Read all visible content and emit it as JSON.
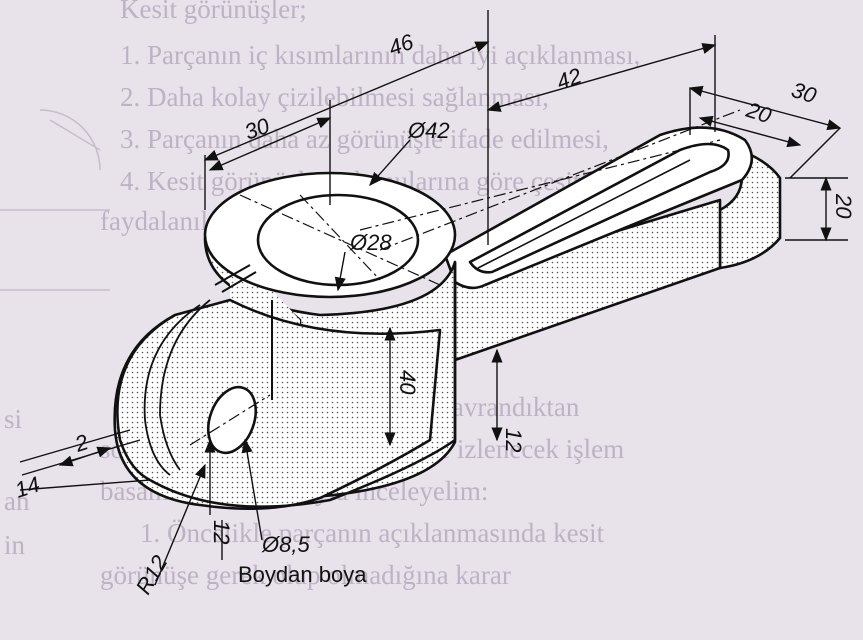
{
  "background_text": {
    "heading": "Kesit görünüşler;",
    "lines": [
      "1. Parçanın iç kısımlarının daha iyi açıklanması,",
      "2. Daha kolay çizilebilmesi sağlanması,",
      "3. Parçanın daha az görünüşle ifade edilmesi,",
      "4. Kesit görünüşlerin konularına göre çeşitlerinden",
      "faydalanılır.",
      "Kesit görünüş çizim gereği kavrandıktan",
      "sonra kesit görünüşün çiziminde izlenecek işlem",
      "basamaklarını sırasıyla inceleyelim:",
      "1. Öncelikle parçanın açıklanmasında kesit",
      "görünüşe gerek olup olmadığına karar"
    ],
    "margin_fragments": [
      "si",
      "an",
      "in"
    ]
  },
  "dimensions": {
    "d46": "46",
    "d30_left": "30",
    "d42_len": "42",
    "d30_right": "30",
    "d20_top": "20",
    "d20_side": "20",
    "phi42": "Ø42",
    "phi28": "Ø28",
    "d40": "40",
    "d12_right": "12",
    "d2": "2",
    "d14": "14",
    "r12": "R12",
    "d12_bottom": "12",
    "phi85": "Ø8,5"
  },
  "caption": "Boydan boya",
  "colors": {
    "ink": "#111111",
    "paper": "#e8e2ea",
    "faded_text": "#bdb3c4"
  }
}
